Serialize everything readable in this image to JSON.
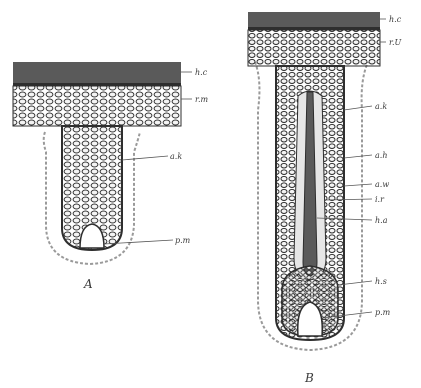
{
  "figure": {
    "colors": {
      "ink": "#2e2e2e",
      "band": "#5a5a5a",
      "cell_fill": "#f4f4f4",
      "cell_stroke": "#333333",
      "dense": "#6a6a6a",
      "halo": "#9a9a9a"
    },
    "panel_a": {
      "caption": "A",
      "labels": [
        "h.c",
        "r.m",
        "a.k",
        "p.m"
      ]
    },
    "panel_b": {
      "caption": "B",
      "labels": [
        "h.c",
        "r.U",
        "a.k",
        "a.h",
        "a.w",
        "i.r",
        "h.a",
        "h.s",
        "p.m"
      ]
    }
  }
}
